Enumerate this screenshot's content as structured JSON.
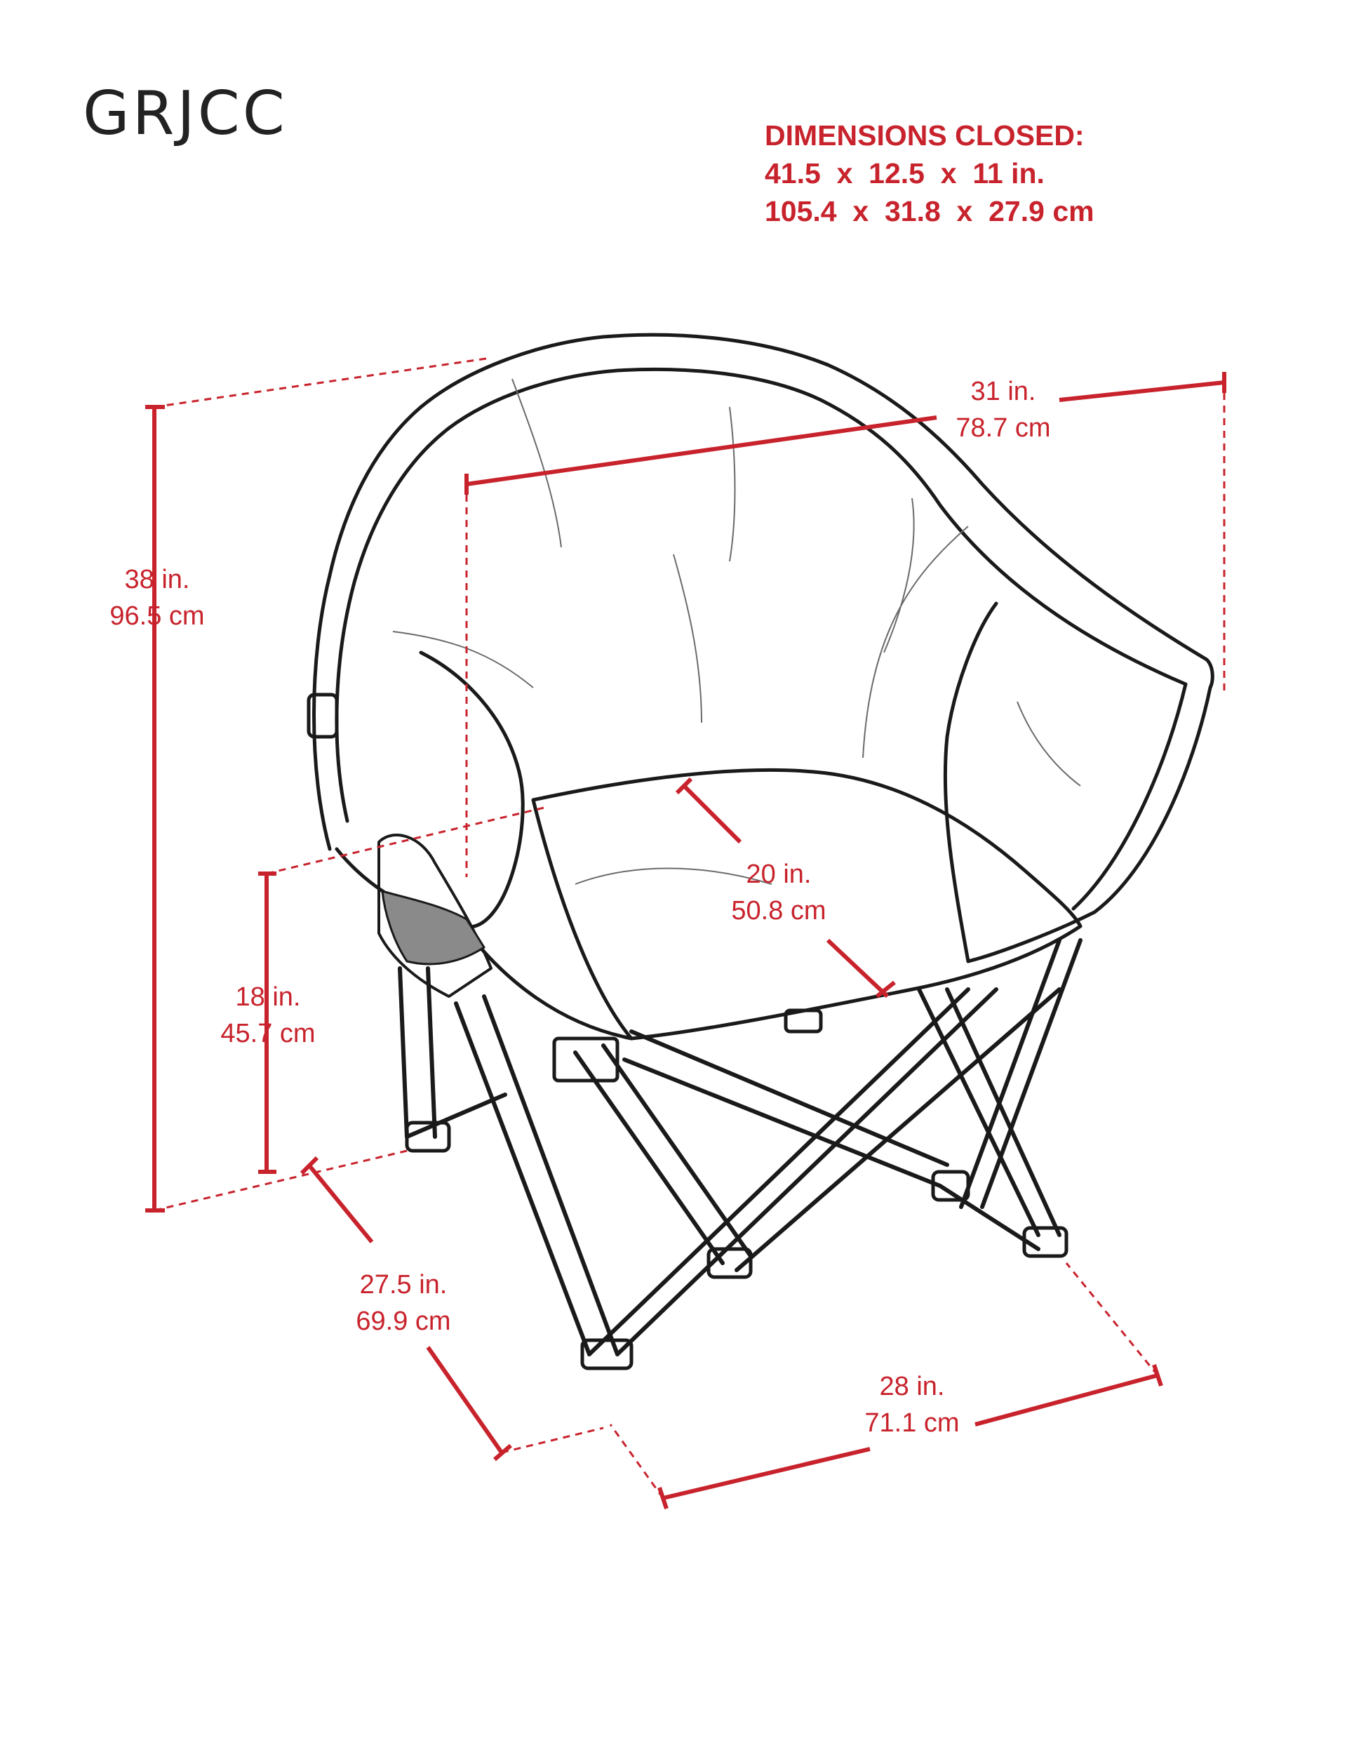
{
  "model": "GRJCC",
  "closed": {
    "heading": "DIMENSIONS CLOSED:",
    "imperial": "41.5  x  12.5  x  11 in.",
    "metric": "105.4  x  31.8  x  27.9 cm"
  },
  "dims": {
    "width": {
      "in": "31 in.",
      "cm": "78.7 cm"
    },
    "height": {
      "in": "38 in.",
      "cm": "96.5 cm"
    },
    "seat_depth": {
      "in": "20 in.",
      "cm": "50.8 cm"
    },
    "seat_height": {
      "in": "18 in.",
      "cm": "45.7 cm"
    },
    "depth": {
      "in": "27.5 in.",
      "cm": "69.9 cm"
    },
    "base_width": {
      "in": "28 in.",
      "cm": "71.1 cm"
    }
  },
  "colors": {
    "accent": "#c8232c",
    "line": "#1a1a1a",
    "pocket": "#8a8a8a"
  }
}
